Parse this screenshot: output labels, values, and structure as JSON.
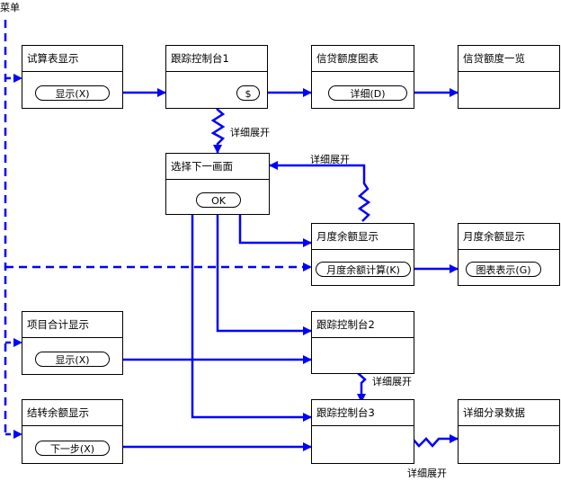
{
  "menu_label": "菜单",
  "colors": {
    "flow": "#0000ff",
    "border": "#000000",
    "background": "#ffffff"
  },
  "windows": {
    "trial_balance": {
      "title": "试算表显示",
      "button": "显示(X)"
    },
    "tracking_console_1": {
      "title": "跟踪控制台1",
      "button": "$"
    },
    "credit_chart": {
      "title": "信贷额度图表",
      "button": "详细(D)"
    },
    "credit_list": {
      "title": "信贷额度一览"
    },
    "select_next": {
      "title": "选择下一画面",
      "button": "OK"
    },
    "monthly_balance": {
      "title": "月度余额显示",
      "button": "月度余额计算(K)"
    },
    "monthly_balance_chart": {
      "title": "月度余额显示",
      "button": "图表表示(G)"
    },
    "item_total": {
      "title": "项目合计显示",
      "button": "显示(X)"
    },
    "tracking_console_2": {
      "title": "跟踪控制台2"
    },
    "carryover_balance": {
      "title": "结转余额显示",
      "button": "下一步(X)"
    },
    "tracking_console_3": {
      "title": "跟踪控制台3"
    },
    "detail_entries": {
      "title": "详细分录数据"
    }
  },
  "drilldown_label": "详细展开"
}
